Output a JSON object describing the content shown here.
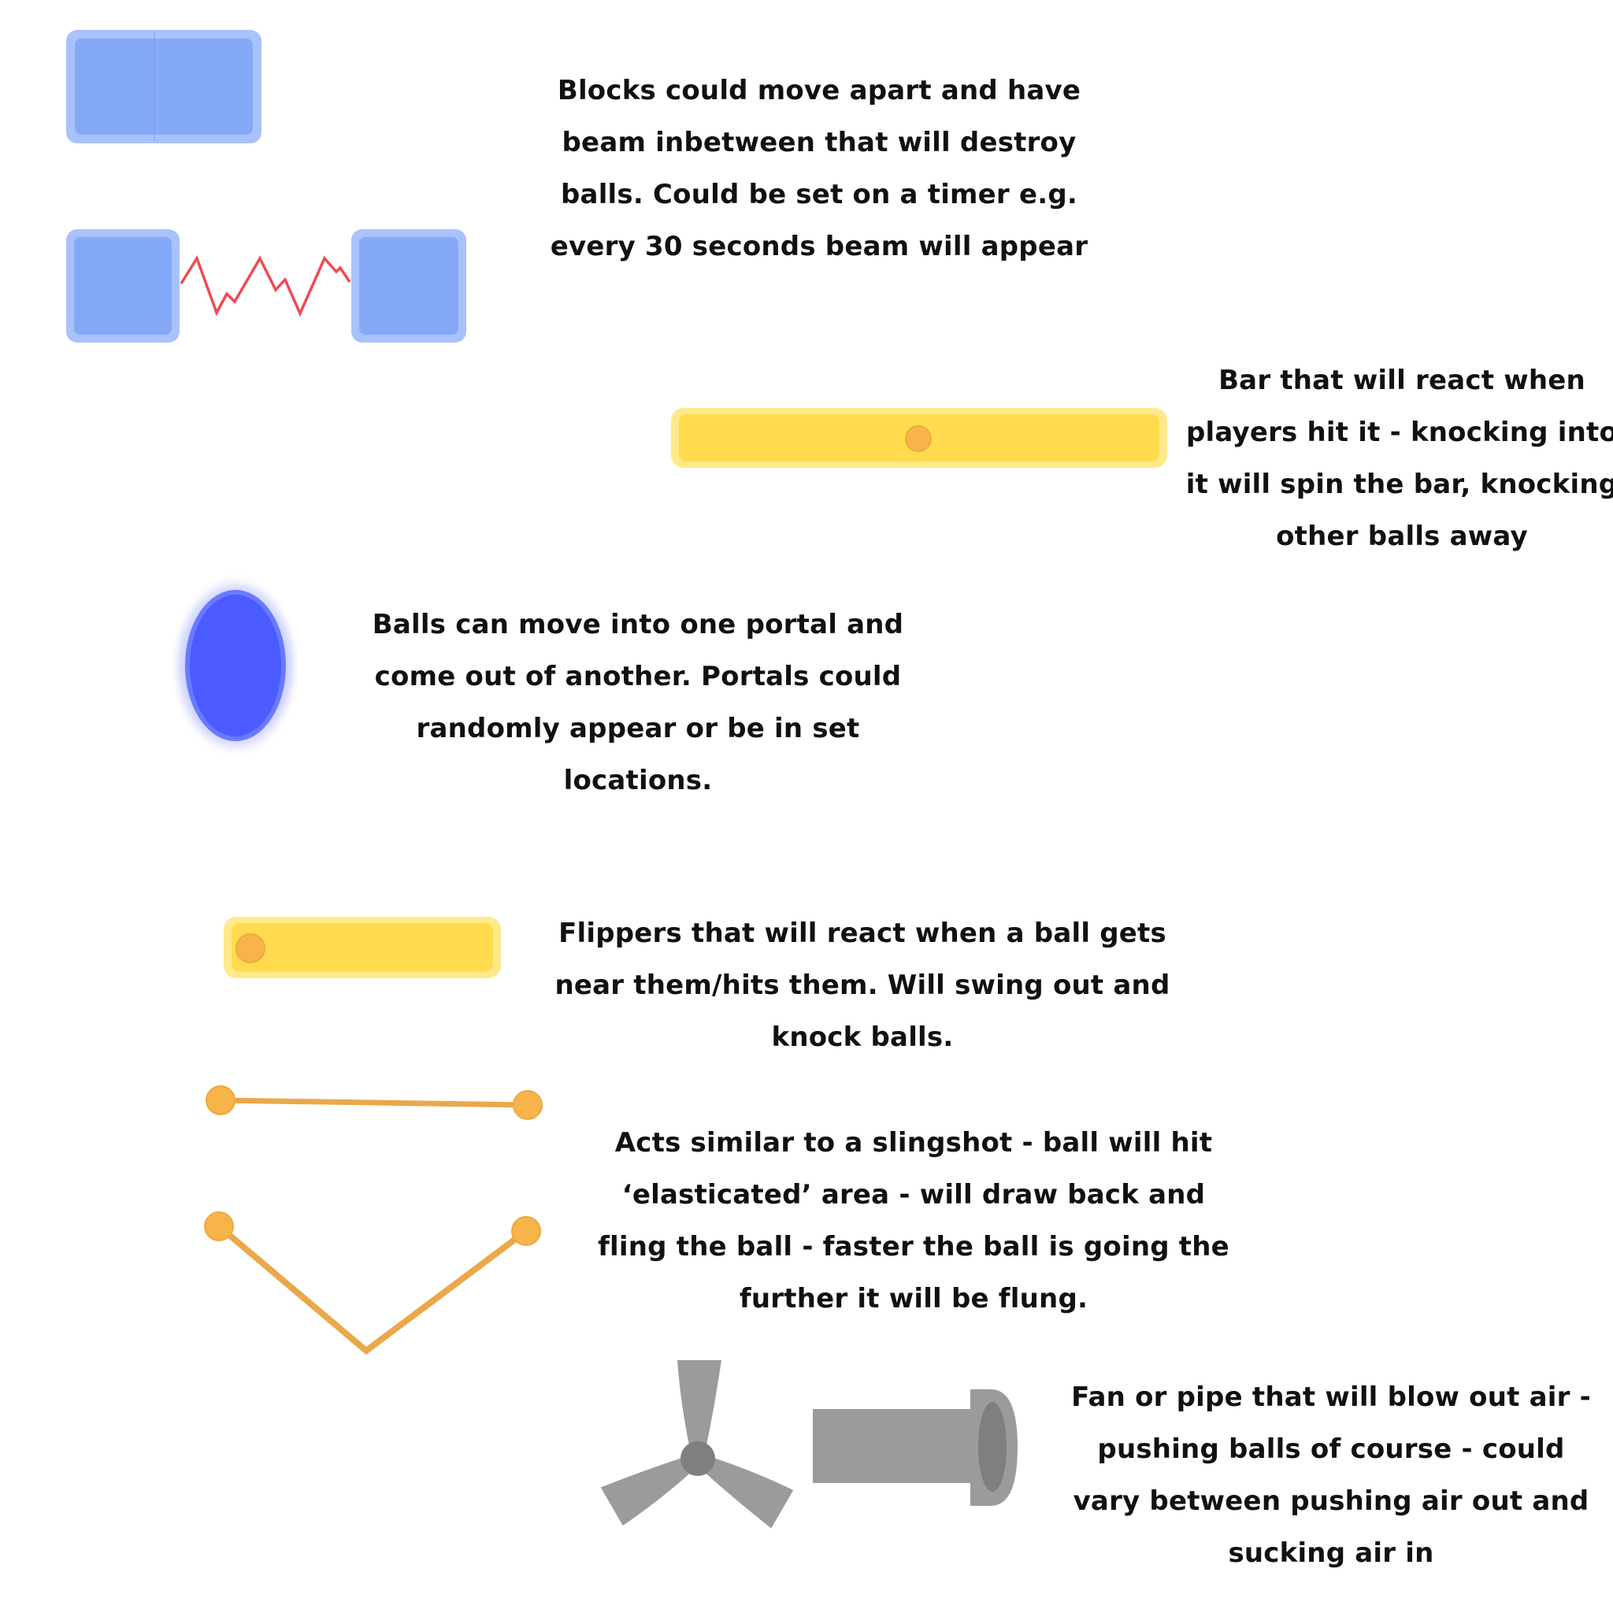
{
  "notes": {
    "beam": "Blocks could move apart and have beam inbetween that will destroy balls. Could be set on a timer e.g. every 30 seconds beam will appear",
    "bar": "Bar that will react when players hit it - knocking into it will spin the bar, knocking other balls away",
    "portal": "Balls can move into one portal and come out of another. Portals could randomly appear or be in set locations.",
    "flipper": "Flippers that will react when a ball gets near them/hits them. Will swing out and knock balls.",
    "slingshot": "Acts similar to a slingshot - ball will hit ‘elasticated’ area - will draw back and fling the ball - faster the ball is going the further it will be flung.",
    "fan": "Fan or pipe that will blow out air - pushing balls of course - could vary between pushing air out and sucking air in"
  },
  "colors": {
    "block": "#84a9f7",
    "block_border": "#a9c2fb",
    "beam": "#ef4a52",
    "bar": "#ffdb4d",
    "bar_border": "#ffe98a",
    "pivot": "#f7b44b",
    "portal": "#4a5cff",
    "portal_glow": "#9ca8ff",
    "elastic": "#eaa84a",
    "fan": "#9b9b9b",
    "fan_hub": "#7f7f7f"
  },
  "icons": {
    "blocks_closed": "joined-blocks-icon",
    "blocks_apart": "blocks-with-beam-icon",
    "bar": "spinning-bar-icon",
    "portal": "portal-icon",
    "flipper": "flipper-icon",
    "slingshot_rest": "slingshot-rest-icon",
    "slingshot_stretched": "slingshot-stretched-icon",
    "fan": "fan-icon",
    "pipe": "air-pipe-icon"
  }
}
